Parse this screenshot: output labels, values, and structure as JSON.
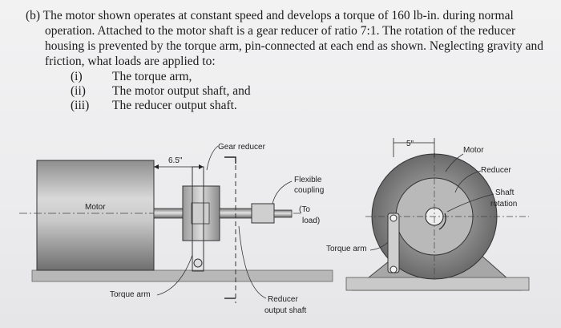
{
  "problem": {
    "intro": "(b) The motor shown operates at constant speed and develops a torque of 160 lb-in. during normal operation. Attached to the motor shaft is a gear reducer of ratio 7:1. The rotation of the reducer housing is prevented by the torque arm, pin-connected at each end as shown. Neglecting gravity and friction, what loads are applied to:",
    "items": [
      {
        "num": "(i)",
        "text": "The torque arm,"
      },
      {
        "num": "(ii)",
        "text": "The motor output shaft, and"
      },
      {
        "num": "(iii)",
        "text": "The reducer output shaft."
      }
    ]
  },
  "figure": {
    "side_view": {
      "dimension": "6.5\"",
      "gear_reducer": "Gear reducer",
      "flexible_coupling_1": "Flexible",
      "flexible_coupling_2": "coupling",
      "to_load_1": "(To",
      "to_load_2": "load)",
      "motor": "Motor",
      "torque_arm": "Torque arm",
      "reducer_output_1": "Reducer",
      "reducer_output_2": "output shaft"
    },
    "end_view": {
      "dimension": "5\"",
      "motor": "Motor",
      "reducer": "Reducer",
      "shaft_rotation_1": "Shaft",
      "shaft_rotation_2": "rotation",
      "torque_arm": "Torque arm"
    }
  }
}
